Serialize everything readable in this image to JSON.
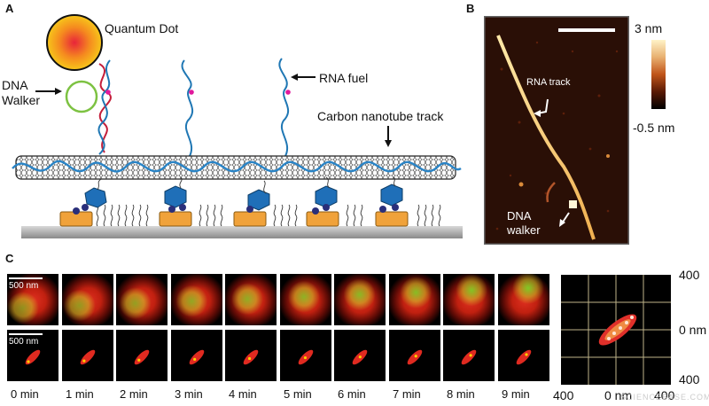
{
  "panels": {
    "a": {
      "letter": "A"
    },
    "b": {
      "letter": "B"
    },
    "c": {
      "letter": "C"
    }
  },
  "panel_a": {
    "quantum_dot": "Quantum Dot",
    "dna_walker_line1": "DNA",
    "dna_walker_line2": "Walker",
    "rna_fuel": "RNA fuel",
    "track": "Carbon nanotube track"
  },
  "panel_b": {
    "scale_max": "3 nm",
    "scale_min": "-0.5 nm",
    "rna_track": "RNA track",
    "walker_line1": "DNA",
    "walker_line2": "walker",
    "colors": {
      "low": "#000000",
      "mid": "#c0541a",
      "high": "#fff3c8"
    }
  },
  "panel_c": {
    "scalebar_top": "500 nm",
    "scalebar_bottom": "500 nm",
    "times": [
      "0 min",
      "1 min",
      "2 min",
      "3 min",
      "4 min",
      "5 min",
      "6 min",
      "7 min",
      "8 min",
      "9 min"
    ],
    "tracking": {
      "y_top": "400",
      "y_mid": "0 nm",
      "y_bottom": "400",
      "x_left": "400",
      "x_mid": "0 nm",
      "x_right": "400"
    }
  },
  "watermark": "SCIENCEBASE.COM"
}
